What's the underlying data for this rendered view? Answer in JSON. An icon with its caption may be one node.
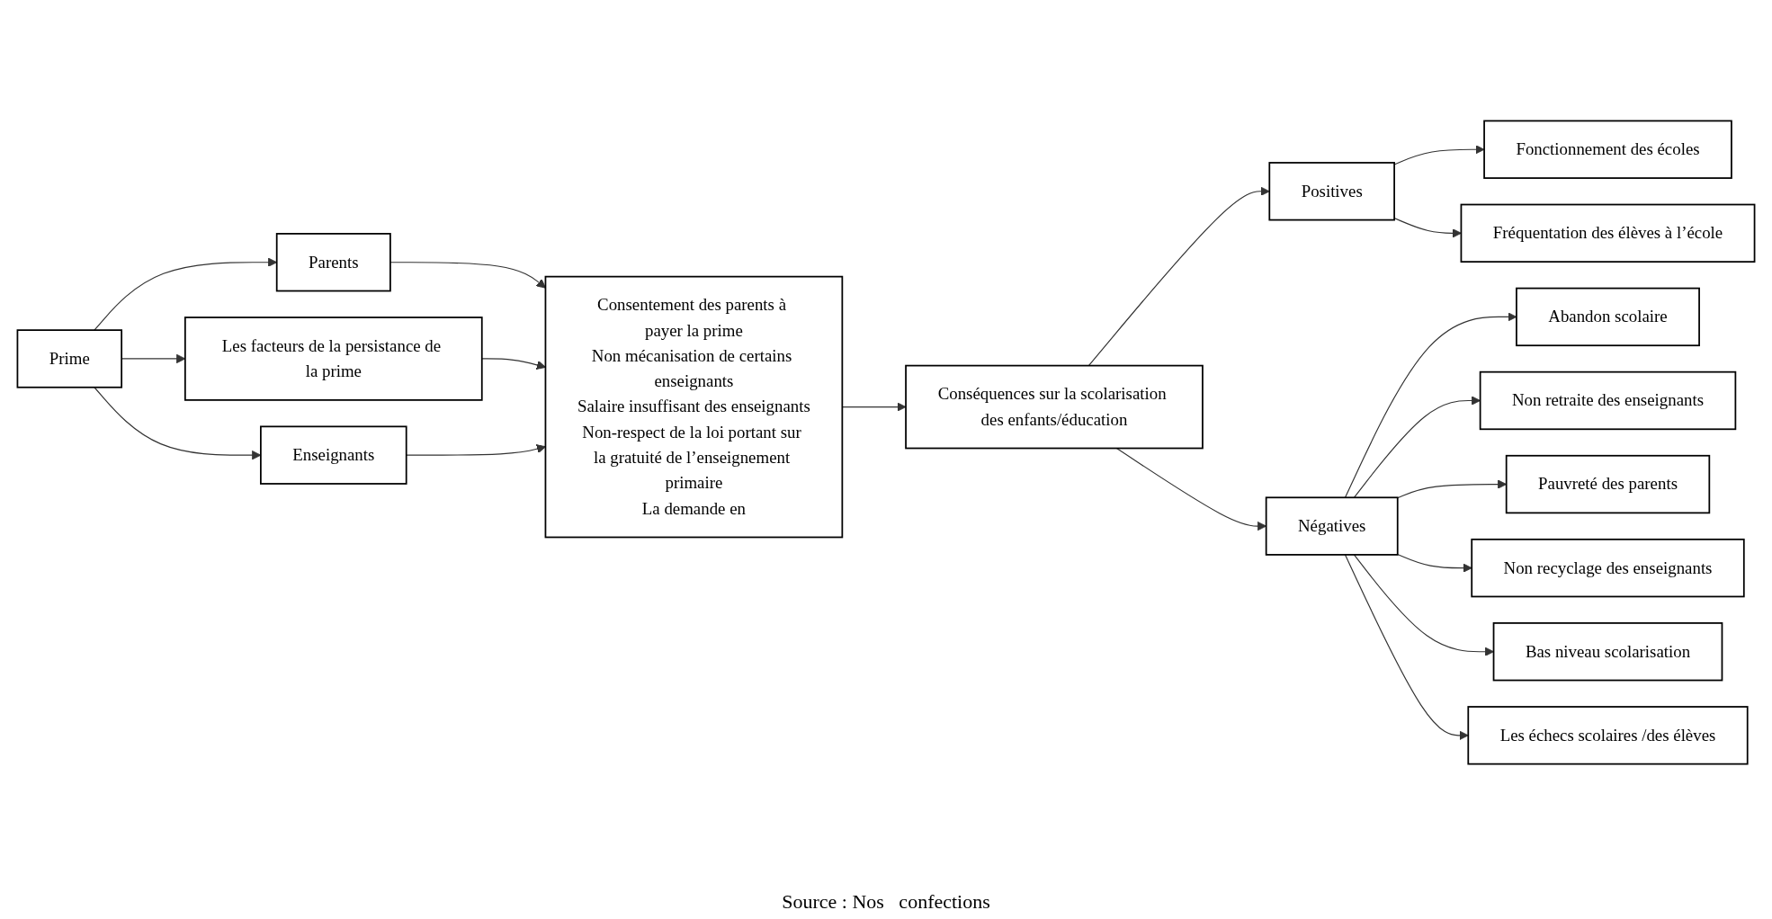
{
  "diagram": {
    "nodes": [
      {
        "text": [
          "Prime"
        ]
      },
      {
        "text": [
          "Les facteurs de la persistance de la prime"
        ]
      },
      {
        "text": [
          "Parents"
        ]
      },
      {
        "text": [
          "Consentement des parents à payer la prime",
          "Non mécanisation de certains enseignants",
          "Salaire insuffisant des enseignants",
          "Non-respect de la loi portant sur la gratuité de l’enseignement primaire",
          "La demande en"
        ]
      },
      {
        "text": [
          "Enseignants"
        ]
      },
      {
        "text": [
          "Conséquences sur la scolarisation des enfants/éducation"
        ]
      },
      {
        "text": [
          "Positives"
        ]
      },
      {
        "text": [
          "Négatives"
        ]
      },
      {
        "text": [
          "Fonctionnement des écoles"
        ]
      },
      {
        "text": [
          "Fréquentation des élèves à l’école"
        ]
      },
      {
        "text": [
          "Abandon scolaire"
        ]
      },
      {
        "text": [
          "Non retraite des enseignants"
        ]
      },
      {
        "text": [
          "Pauvreté des parents"
        ]
      },
      {
        "text": [
          "Non recyclage des enseignants"
        ]
      },
      {
        "text": [
          "Bas niveau scolarisation"
        ]
      },
      {
        "text": [
          "Les échecs scolaires /des élèves"
        ]
      }
    ],
    "edges": [
      {
        "from": 0,
        "to": 2,
        "arrow": "to"
      },
      {
        "from": 0,
        "to": 1,
        "arrow": "to"
      },
      {
        "from": 0,
        "to": 4,
        "arrow": "to"
      },
      {
        "from": 2,
        "to": 3,
        "arrow": "to"
      },
      {
        "from": 1,
        "to": 3,
        "arrow": "to"
      },
      {
        "from": 4,
        "to": 3,
        "arrow": "to"
      },
      {
        "from": 3,
        "to": 5,
        "arrow": "to"
      },
      {
        "from": 5,
        "to": 6,
        "arrow": "to"
      },
      {
        "from": 5,
        "to": 7,
        "arrow": "to"
      },
      {
        "from": 6,
        "to": 8,
        "arrow": "to"
      },
      {
        "from": 6,
        "to": 9,
        "arrow": "to"
      },
      {
        "from": 7,
        "to": 10,
        "arrow": "to"
      },
      {
        "from": 7,
        "to": 11,
        "arrow": "to"
      },
      {
        "from": 7,
        "to": 12,
        "arrow": "to"
      },
      {
        "from": 7,
        "to": 13,
        "arrow": "to"
      },
      {
        "from": 7,
        "to": 14,
        "arrow": "to"
      },
      {
        "from": 7,
        "to": 15,
        "arrow": "to"
      }
    ],
    "labels": [
      "Source : Nos   confections"
    ]
  }
}
